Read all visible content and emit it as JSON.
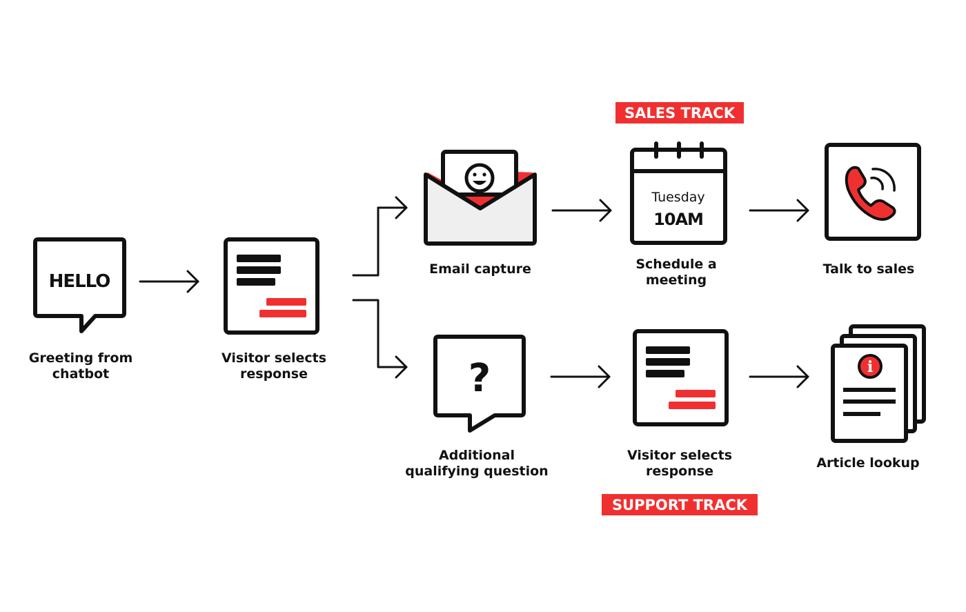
{
  "colors": {
    "ink": "#111111",
    "accent": "#f03030",
    "paper": "#efefef"
  },
  "tracks": {
    "sales": "SALES TRACK",
    "support": "SUPPORT TRACK"
  },
  "nodes": {
    "greeting": {
      "line1": "Greeting from",
      "line2": "chatbot",
      "bubble_text": "HELLO",
      "icon": "speech-bubble-icon"
    },
    "visitor_selects_1": {
      "line1": "Visitor selects",
      "line2": "response",
      "icon": "response-card-icon"
    },
    "email_capture": {
      "line1": "Email capture",
      "icon": "envelope-smiley-icon"
    },
    "schedule_meeting": {
      "line1": "Schedule a",
      "line2": "meeting",
      "icon": "calendar-icon",
      "day": "Tuesday",
      "time": "10AM"
    },
    "talk_to_sales": {
      "line1": "Talk to sales",
      "icon": "phone-icon"
    },
    "additional_question": {
      "line1": "Additional",
      "line2": "qualifying question",
      "icon": "question-bubble-icon",
      "mark": "?"
    },
    "visitor_selects_2": {
      "line1": "Visitor selects",
      "line2": "response",
      "icon": "response-card-icon"
    },
    "article_lookup": {
      "line1": "Article lookup",
      "icon": "documents-info-icon",
      "mark": "i"
    }
  }
}
